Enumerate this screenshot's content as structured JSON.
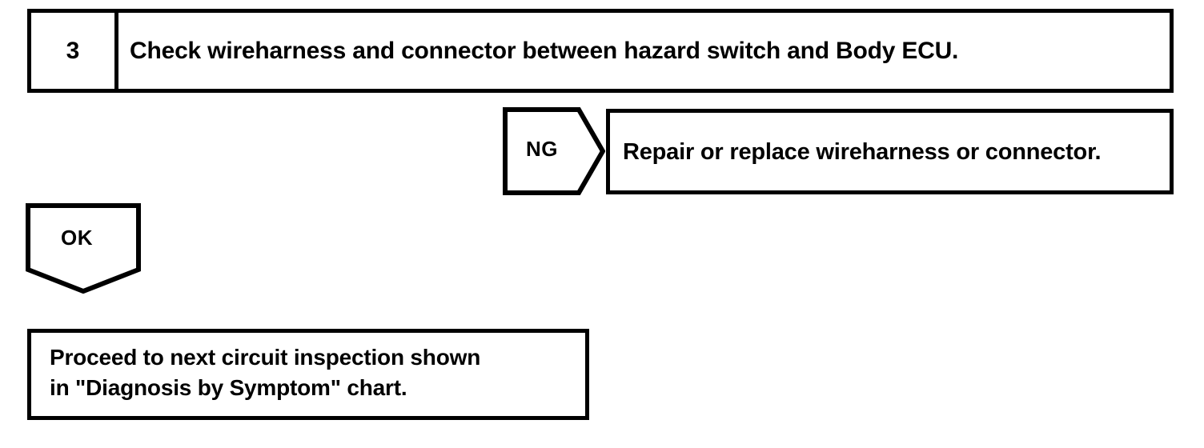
{
  "diagram": {
    "type": "troubleshooting-flowchart",
    "colors": {
      "line": "#000000",
      "background": "#ffffff",
      "text": "#000000"
    },
    "step": {
      "number": "3",
      "instruction": "Check wireharness and connector between hazard switch and Body ECU."
    },
    "branches": [
      {
        "result_label": "NG",
        "shape": "pentagon-right",
        "outcome": "Repair or replace wireharness or connector."
      },
      {
        "result_label": "OK",
        "shape": "pentagon-down",
        "outcome": "Proceed to next circuit inspection shown\nin \"Diagnosis by Symptom\" chart."
      }
    ],
    "ng": {
      "label": "NG",
      "outcome": "Repair or replace wireharness or connector."
    },
    "ok": {
      "label": "OK",
      "outcome": "Proceed to next circuit inspection shown\nin \"Diagnosis by Symptom\" chart."
    }
  }
}
